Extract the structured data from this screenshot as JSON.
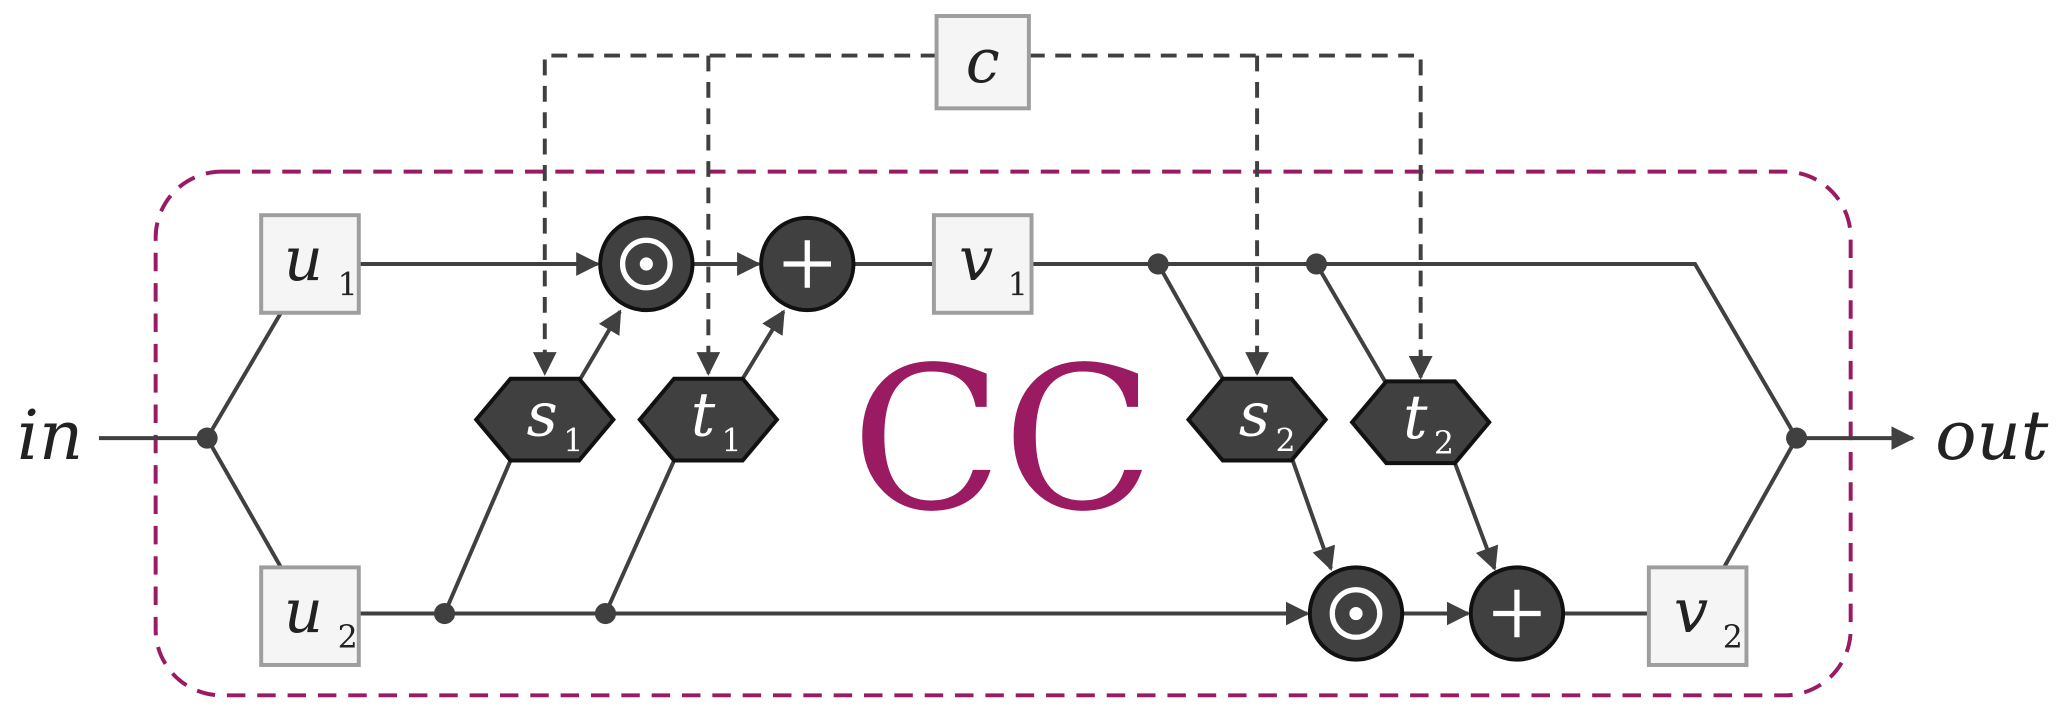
{
  "title": "CC",
  "input_label": "in",
  "output_label": "out",
  "condition": "c",
  "boxes": {
    "u1": {
      "name": "u",
      "sub": "1"
    },
    "u2": {
      "name": "u",
      "sub": "2"
    },
    "v1": {
      "name": "v",
      "sub": "1"
    },
    "v2": {
      "name": "v",
      "sub": "2"
    }
  },
  "networks": {
    "s1": {
      "name": "s",
      "sub": "1"
    },
    "t1": {
      "name": "t",
      "sub": "1"
    },
    "s2": {
      "name": "s",
      "sub": "2"
    },
    "t2": {
      "name": "t",
      "sub": "2"
    }
  },
  "operators": {
    "mult": "⊙",
    "add": "+"
  },
  "colors": {
    "accent": "#9b1b62",
    "node": "#404040",
    "box_fill": "#f5f5f5",
    "box_stroke": "#9e9e9e"
  }
}
